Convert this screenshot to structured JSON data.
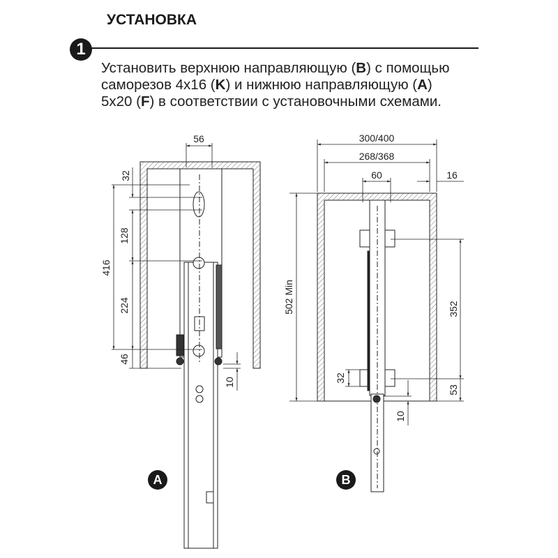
{
  "title": "УСТАНОВКА",
  "step_number": "1",
  "instruction": {
    "p1": "Установить верхнюю направляющую (",
    "b1": "B",
    "p2": ") с помощью",
    "p3": "саморезов 4x16 (",
    "b2": "K",
    "p4": ") и нижнюю направляющую (",
    "b3": "A",
    "p5": ")",
    "p6": "5x20 (",
    "b4": "F",
    "p7": ") в соответствии с установочными схемами."
  },
  "diagram_a": {
    "label": "A",
    "dims": {
      "width": "56",
      "top": "32",
      "hole_spacing": "128",
      "total": "416",
      "middle": "224",
      "bottom": "46",
      "gap": "10"
    }
  },
  "diagram_b": {
    "label": "B",
    "dims": {
      "outer_width": "300/400",
      "inner_width": "268/368",
      "rail_width": "60",
      "side": "16",
      "min_height": "502 Min",
      "hole_spacing": "352",
      "small": "32",
      "bottom": "53",
      "gap": "10"
    }
  }
}
